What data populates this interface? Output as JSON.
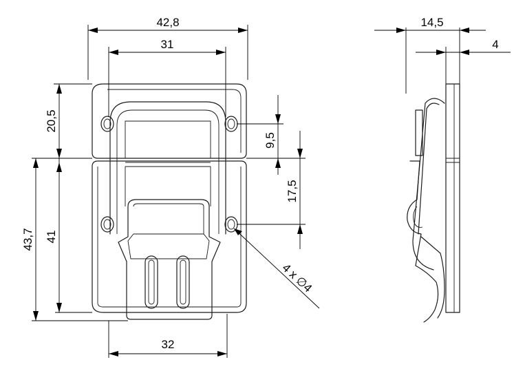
{
  "dimensions": {
    "overall_width": "42,8",
    "hole_spacing_top": "31",
    "top_plate_height": "20,5",
    "upper_hole_offset": "9,5",
    "hole_pitch": "17,5",
    "overall_height": "43,7",
    "bottom_plate_height": "41",
    "bottom_width": "32",
    "holes": "4 x ∅4",
    "side_depth": "14,5",
    "side_plate_thickness": "4"
  }
}
